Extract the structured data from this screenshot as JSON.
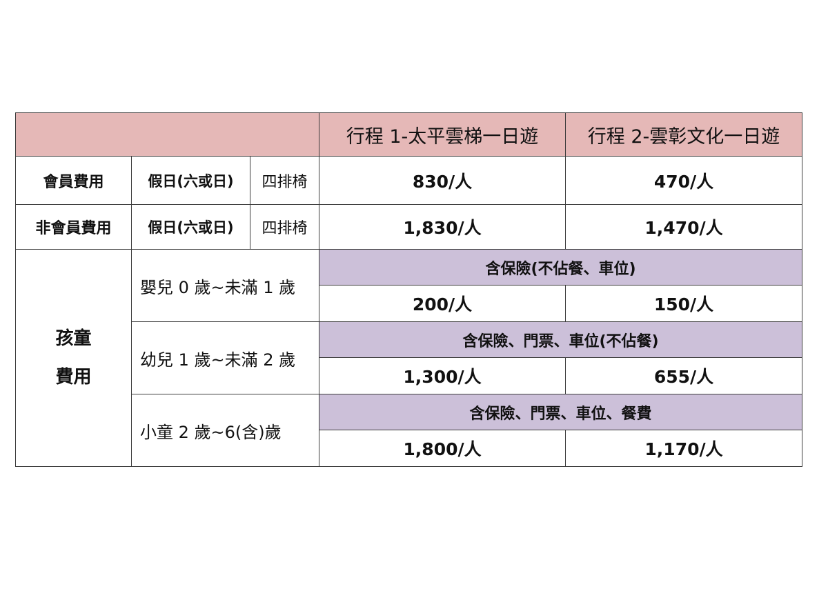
{
  "header": {
    "tour1": "行程 1-太平雲梯一日遊",
    "tour2": "行程 2-雲彰文化一日遊"
  },
  "member": {
    "label": "會員費用",
    "day": "假日(六或日)",
    "seat": "四排椅",
    "price1": "830/人",
    "price2": "470/人"
  },
  "nonmember": {
    "label": "非會員費用",
    "day": "假日(六或日)",
    "seat": "四排椅",
    "price1": "1,830/人",
    "price2": "1,470/人"
  },
  "child": {
    "label_line1": "孩童",
    "label_line2": "費用",
    "infant": {
      "age": "嬰兒 0 歲~未滿 1 歲",
      "note": "含保險(不佔餐、車位)",
      "price1": "200/人",
      "price2": "150/人"
    },
    "toddler": {
      "age": "幼兒 1 歲~未滿 2 歲",
      "note": "含保險、門票、車位(不佔餐)",
      "price1": "1,300/人",
      "price2": "655/人"
    },
    "kid": {
      "age": "小童 2 歲~6(含)歲",
      "note": "含保險、門票、車位、餐費",
      "price1": "1,800/人",
      "price2": "1,170/人"
    }
  },
  "colors": {
    "header_bg": "#e5b8b7",
    "note_bg": "#ccc0d9",
    "border": "#3a3a3a"
  }
}
